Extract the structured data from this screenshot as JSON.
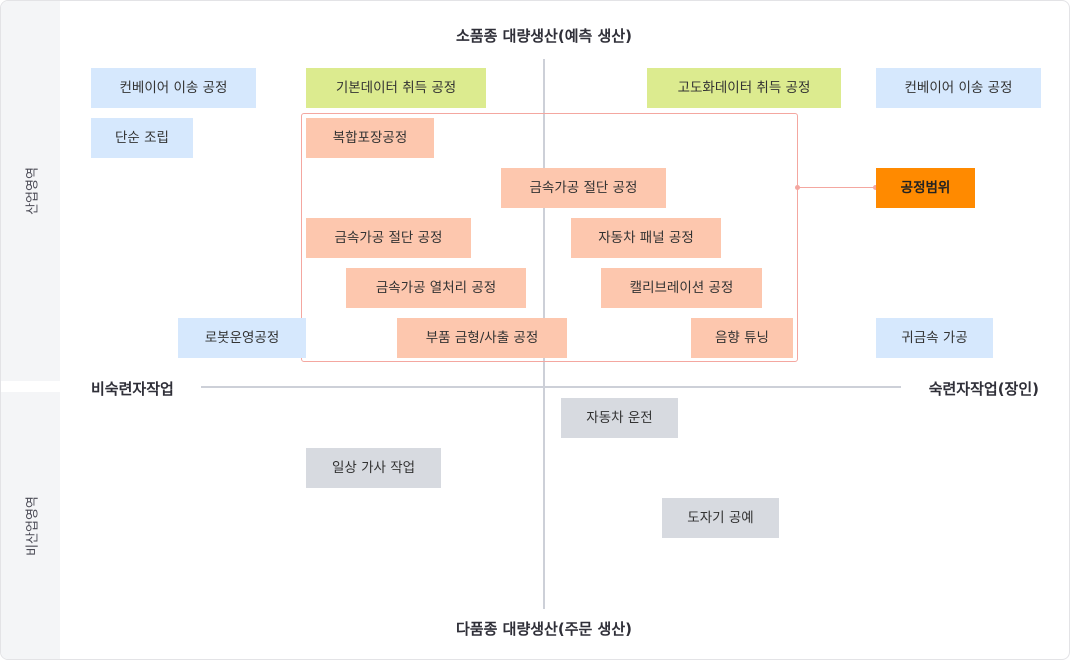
{
  "side_labels": {
    "industrial": "산업영역",
    "non_industrial": "비산업영역"
  },
  "axes": {
    "top": "소품종 대량생산(예측 생산)",
    "bottom": "다품종 대량생산(주문 생산)",
    "left": "비숙련자작업",
    "right": "숙련자작업(장인)"
  },
  "legend_label": "공정범위",
  "boxes": {
    "conveyor_left": "컨베이어 이송 공정",
    "basic_data": "기본데이터 취득 공정",
    "advanced_data": "고도화데이터 취득 공정",
    "conveyor_right": "컨베이어 이송 공정",
    "simple_assembly": "단순 조립",
    "composite_packaging": "복합포장공정",
    "metal_cutting_1": "금속가공 절단 공정",
    "metal_cutting_2": "금속가공 절단 공정",
    "car_panel": "자동차 패널 공정",
    "metal_heat": "금속가공 열처리 공정",
    "calibration": "캘리브레이션 공정",
    "robot_operation": "로봇운영공정",
    "parts_molding": "부품 금형/사출 공정",
    "sound_tuning": "음향 튜닝",
    "precious_metal": "귀금속 가공",
    "car_driving": "자동차 운전",
    "housework": "일상 가사 작업",
    "ceramics": "도자기 공예"
  },
  "colors": {
    "blue": "#d6e8fd",
    "green": "#dceb8f",
    "salmon": "#fdc7ae",
    "gray": "#d7dae0",
    "orange": "#ff8a00",
    "range_border": "#f4a7a0"
  }
}
